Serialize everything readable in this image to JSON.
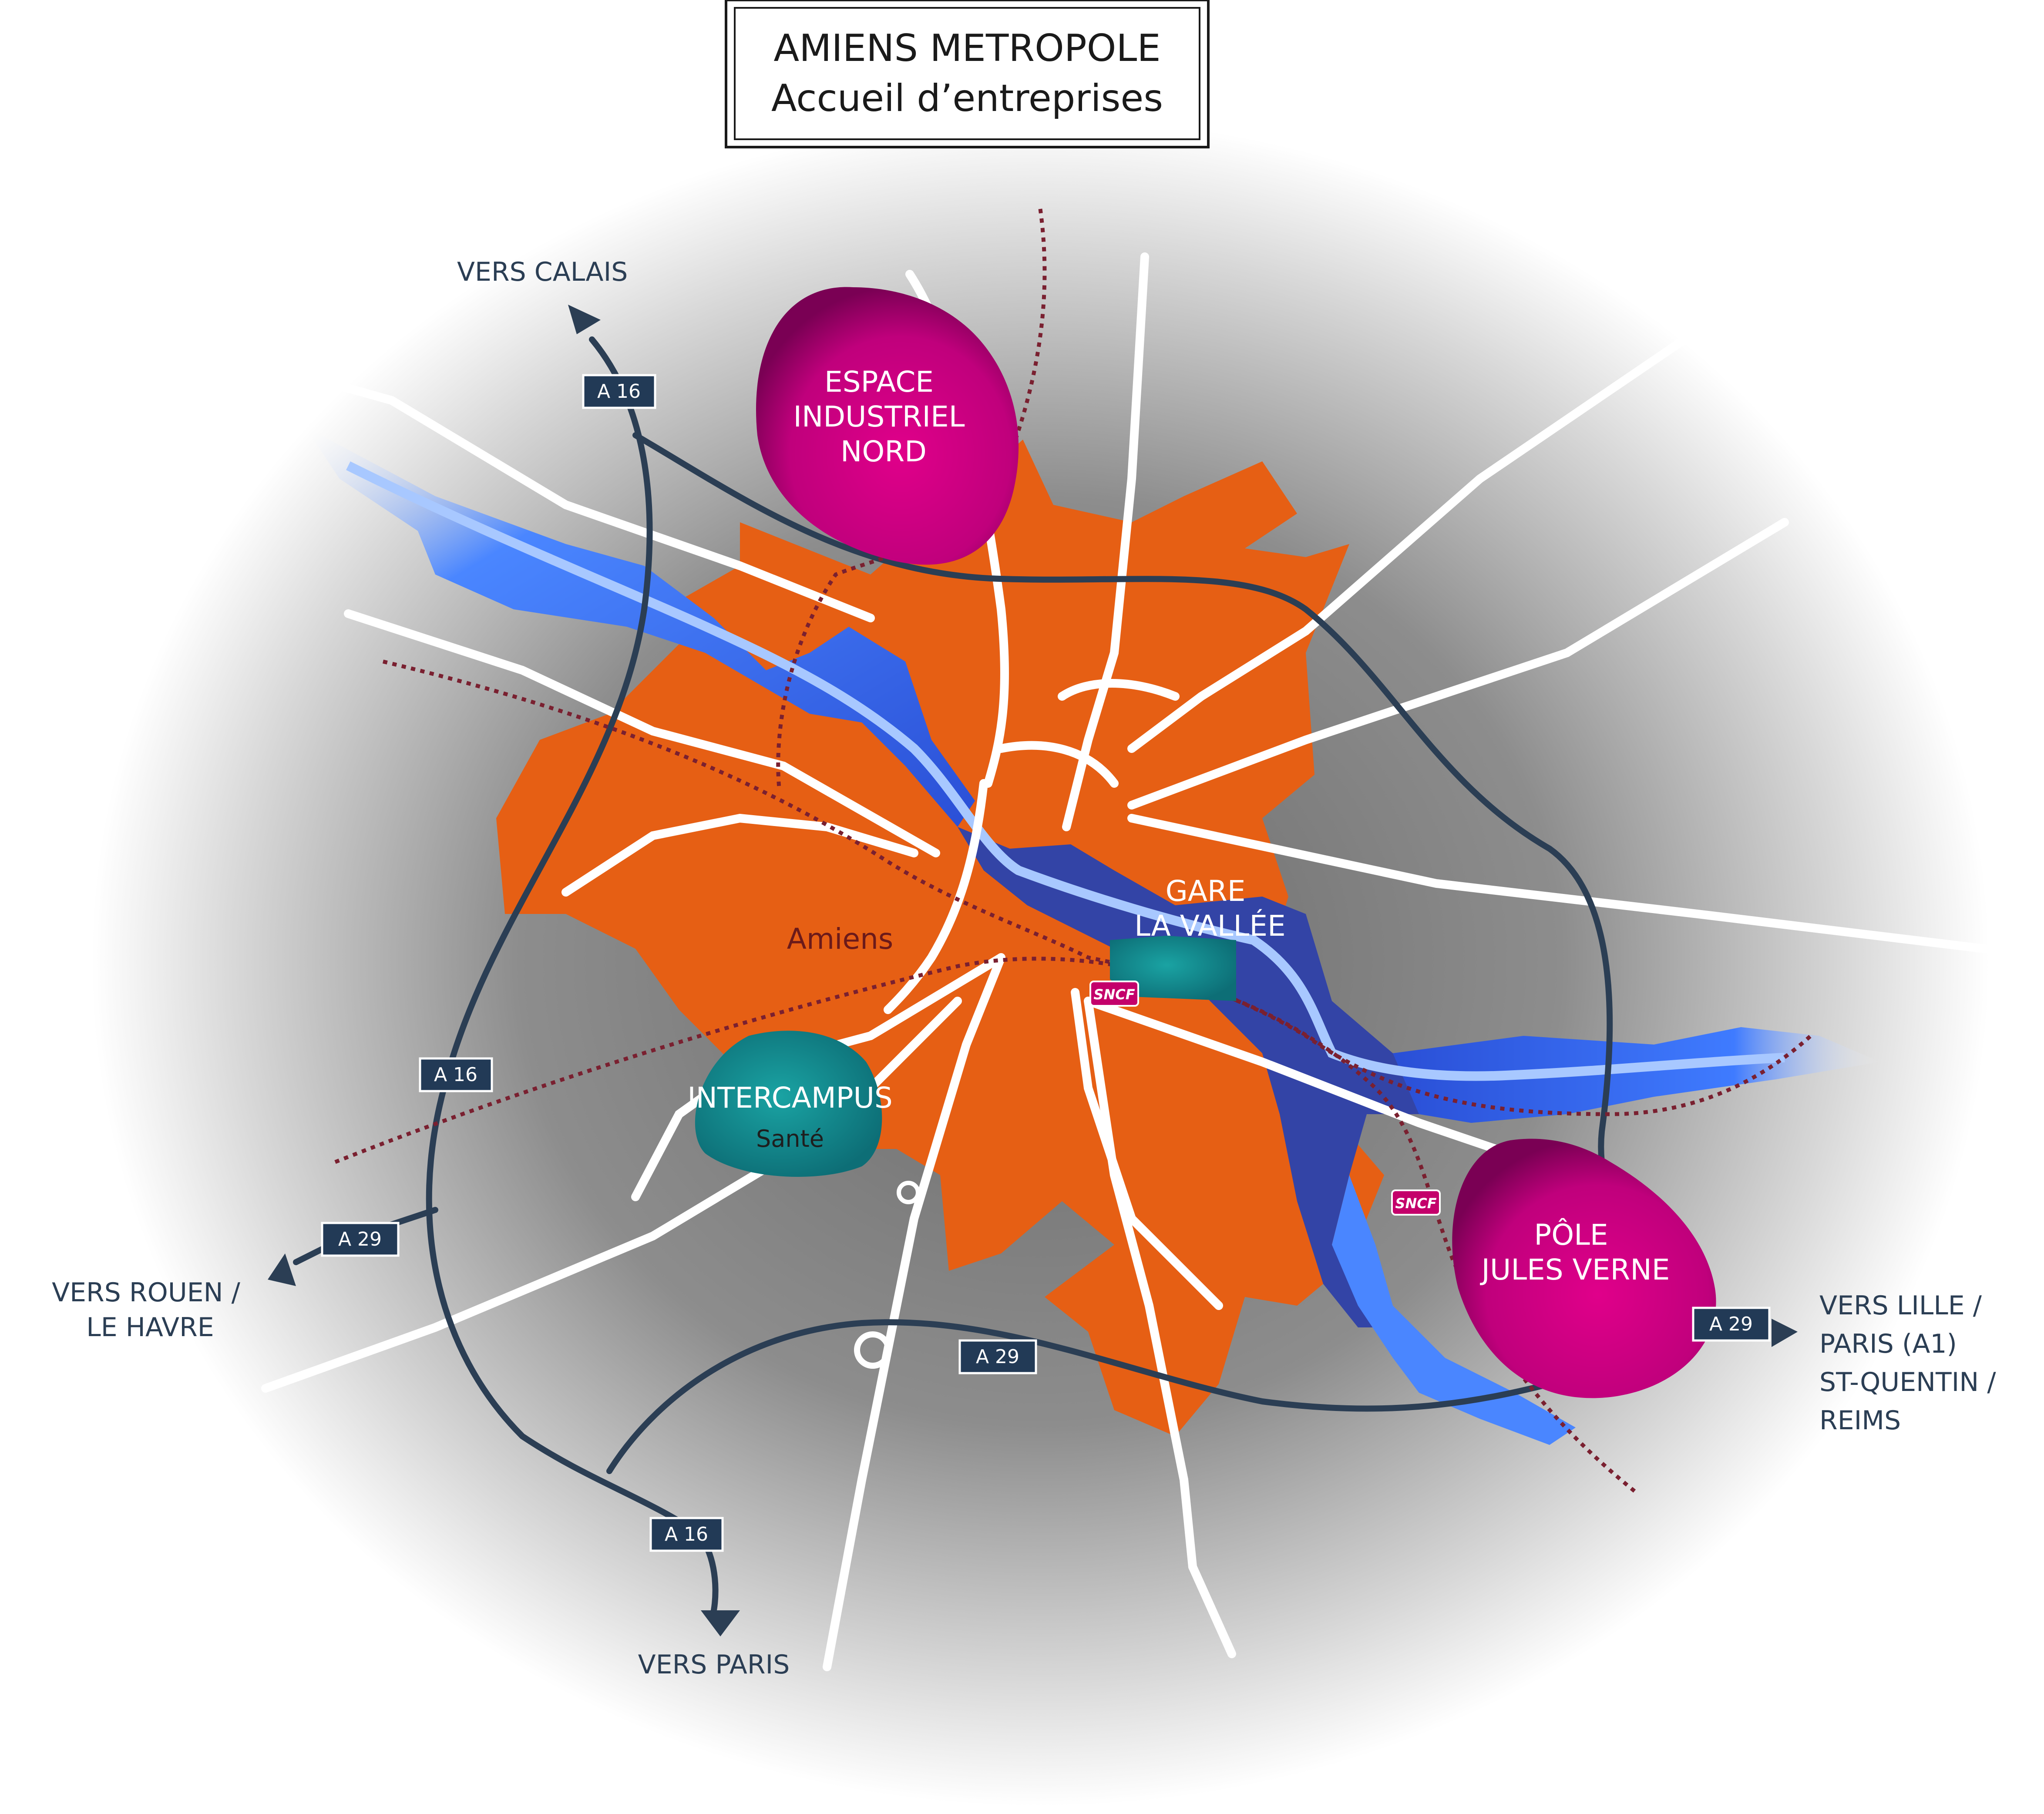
{
  "title": {
    "line1": "AMIENS METROPOLE",
    "line2": "Accueil d’entreprises"
  },
  "zones": {
    "espace_nord": [
      "ESPACE",
      "INDUSTRIEL",
      "NORD"
    ],
    "gare_vallee": [
      "GARE",
      "LA VALLÉE"
    ],
    "intercampus": "INTERCAMPUS",
    "intercampus_sub": "Santé",
    "pole_jules_verne": [
      "PÔLE",
      "JULES VERNE"
    ]
  },
  "city_label": "Amiens",
  "sncf_label": "SNCF",
  "destinations": {
    "calais": "VERS CALAIS",
    "rouen": [
      "VERS ROUEN /",
      "LE HAVRE"
    ],
    "paris": "VERS PARIS",
    "lille": [
      "VERS LILLE /",
      "PARIS (A1)",
      "ST-QUENTIN /",
      "REIMS"
    ]
  },
  "roads": {
    "a16_north": "A 16",
    "a16_west": "A 16",
    "a16_south": "A 16",
    "a29_west": "A 29",
    "a29_south": "A 29",
    "a29_east": "A 29"
  },
  "colors": {
    "urban_area": "#e65f14",
    "zone_magenta": "#c2007a",
    "zone_teal": "#138a8e",
    "motorway": "#2b3e54",
    "river_blue": "#2f5fe0",
    "railway": "#7a2030"
  }
}
